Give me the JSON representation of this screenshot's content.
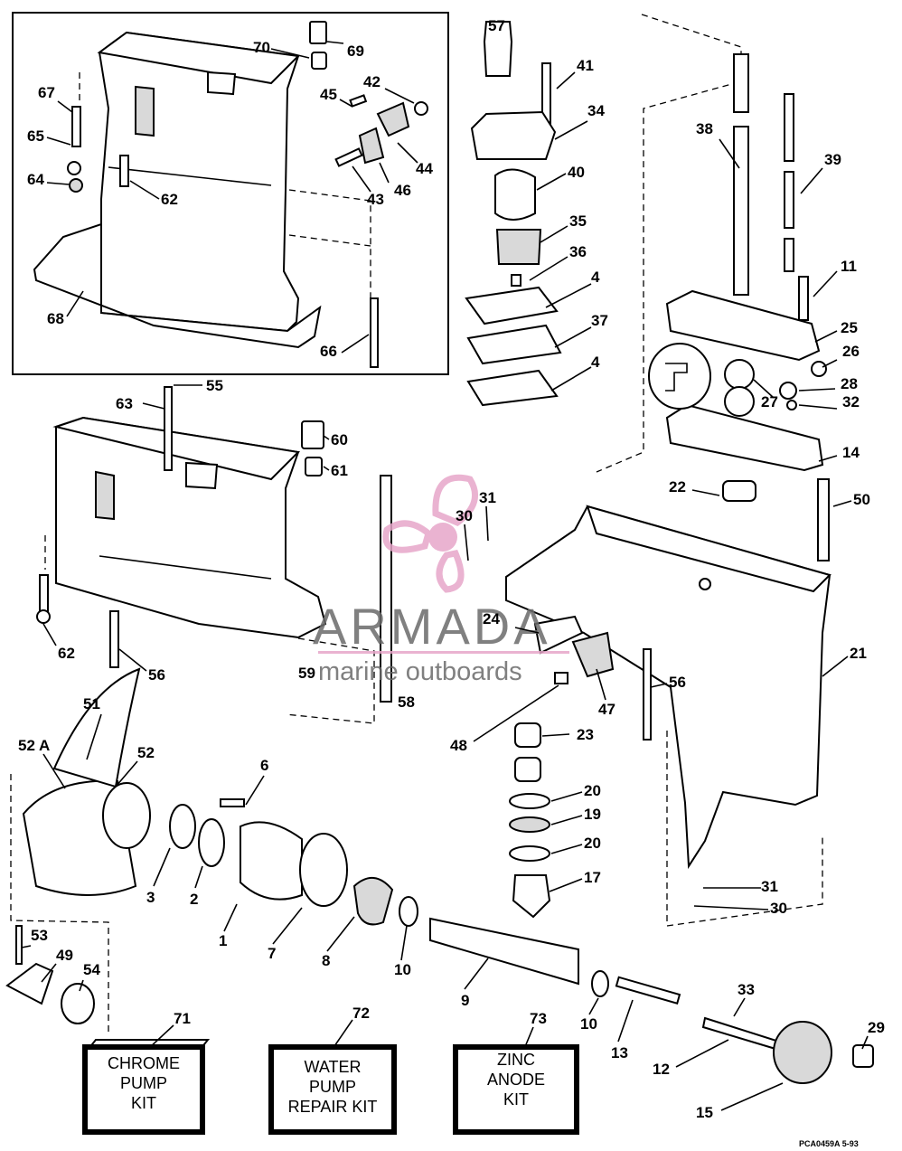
{
  "diagram": {
    "callouts": [
      {
        "id": "c1",
        "label": "1"
      },
      {
        "id": "c2",
        "label": "2"
      },
      {
        "id": "c3",
        "label": "3"
      },
      {
        "id": "c4a",
        "label": "4"
      },
      {
        "id": "c4b",
        "label": "4"
      },
      {
        "id": "c6",
        "label": "6"
      },
      {
        "id": "c7",
        "label": "7"
      },
      {
        "id": "c8",
        "label": "8"
      },
      {
        "id": "c9",
        "label": "9"
      },
      {
        "id": "c10a",
        "label": "10"
      },
      {
        "id": "c10b",
        "label": "10"
      },
      {
        "id": "c11",
        "label": "11"
      },
      {
        "id": "c12",
        "label": "12"
      },
      {
        "id": "c13",
        "label": "13"
      },
      {
        "id": "c14",
        "label": "14"
      },
      {
        "id": "c15",
        "label": "15"
      },
      {
        "id": "c17",
        "label": "17"
      },
      {
        "id": "c19",
        "label": "19"
      },
      {
        "id": "c20a",
        "label": "20"
      },
      {
        "id": "c20b",
        "label": "20"
      },
      {
        "id": "c21",
        "label": "21"
      },
      {
        "id": "c22",
        "label": "22"
      },
      {
        "id": "c23",
        "label": "23"
      },
      {
        "id": "c24",
        "label": "24"
      },
      {
        "id": "c25",
        "label": "25"
      },
      {
        "id": "c26",
        "label": "26"
      },
      {
        "id": "c27",
        "label": "27"
      },
      {
        "id": "c28",
        "label": "28"
      },
      {
        "id": "c29",
        "label": "29"
      },
      {
        "id": "c30a",
        "label": "30"
      },
      {
        "id": "c30b",
        "label": "30"
      },
      {
        "id": "c31a",
        "label": "31"
      },
      {
        "id": "c31b",
        "label": "31"
      },
      {
        "id": "c32",
        "label": "32"
      },
      {
        "id": "c33",
        "label": "33"
      },
      {
        "id": "c34",
        "label": "34"
      },
      {
        "id": "c35",
        "label": "35"
      },
      {
        "id": "c36",
        "label": "36"
      },
      {
        "id": "c37",
        "label": "37"
      },
      {
        "id": "c38",
        "label": "38"
      },
      {
        "id": "c39",
        "label": "39"
      },
      {
        "id": "c40",
        "label": "40"
      },
      {
        "id": "c41",
        "label": "41"
      },
      {
        "id": "c42",
        "label": "42"
      },
      {
        "id": "c43",
        "label": "43"
      },
      {
        "id": "c44",
        "label": "44"
      },
      {
        "id": "c45",
        "label": "45"
      },
      {
        "id": "c46",
        "label": "46"
      },
      {
        "id": "c47",
        "label": "47"
      },
      {
        "id": "c48",
        "label": "48"
      },
      {
        "id": "c49",
        "label": "49"
      },
      {
        "id": "c50",
        "label": "50"
      },
      {
        "id": "c51",
        "label": "51"
      },
      {
        "id": "c52",
        "label": "52"
      },
      {
        "id": "c52a",
        "label": "52 A"
      },
      {
        "id": "c53",
        "label": "53"
      },
      {
        "id": "c54",
        "label": "54"
      },
      {
        "id": "c55",
        "label": "55"
      },
      {
        "id": "c56a",
        "label": "56"
      },
      {
        "id": "c56b",
        "label": "56"
      },
      {
        "id": "c57",
        "label": "57"
      },
      {
        "id": "c58",
        "label": "58"
      },
      {
        "id": "c59",
        "label": "59"
      },
      {
        "id": "c60",
        "label": "60"
      },
      {
        "id": "c61",
        "label": "61"
      },
      {
        "id": "c62a",
        "label": "62"
      },
      {
        "id": "c62b",
        "label": "62"
      },
      {
        "id": "c63",
        "label": "63"
      },
      {
        "id": "c64",
        "label": "64"
      },
      {
        "id": "c65",
        "label": "65"
      },
      {
        "id": "c66",
        "label": "66"
      },
      {
        "id": "c67",
        "label": "67"
      },
      {
        "id": "c68",
        "label": "68"
      },
      {
        "id": "c69",
        "label": "69"
      },
      {
        "id": "c70",
        "label": "70"
      },
      {
        "id": "c71",
        "label": "71"
      },
      {
        "id": "c72",
        "label": "72"
      },
      {
        "id": "c73",
        "label": "73"
      }
    ],
    "kits": [
      {
        "lines": [
          "CHROME",
          "PUMP",
          "KIT"
        ]
      },
      {
        "lines": [
          "WATER",
          "PUMP",
          "REPAIR KIT"
        ]
      },
      {
        "lines": [
          "ZINC",
          "ANODE",
          "KIT"
        ]
      }
    ],
    "footer_code": "PCA0459A  5-93"
  },
  "watermark": {
    "brand": "ARMADA",
    "tagline": "marine outboards",
    "brand_color": "#e7a6c9",
    "text_color": "#6b6b6b"
  }
}
